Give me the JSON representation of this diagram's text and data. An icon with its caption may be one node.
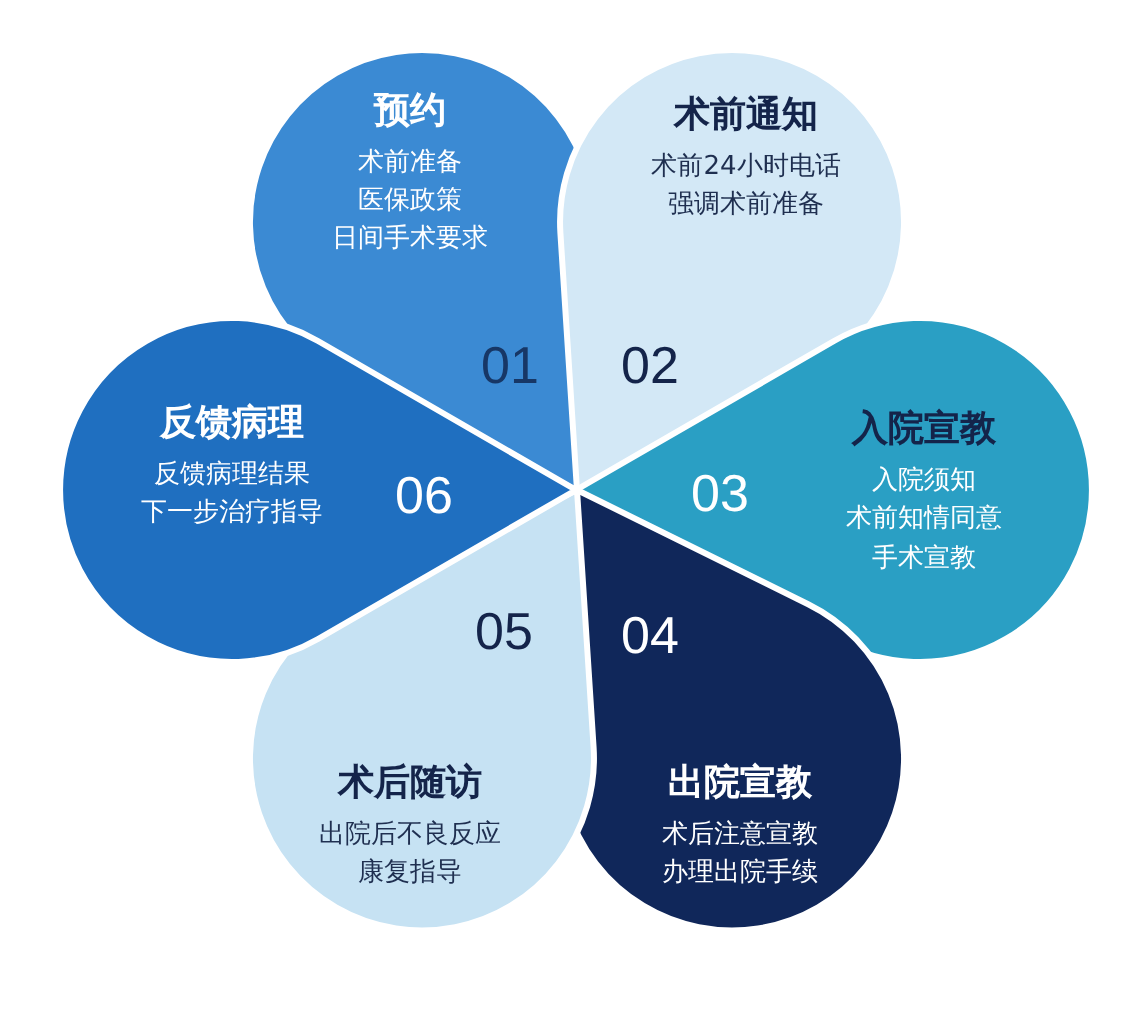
{
  "diagram": {
    "nodes": [
      {
        "text": [
          "预约",
          "术前准备",
          "医保政策",
          "日间手术要求",
          "01"
        ]
      },
      {
        "text": [
          "术前通知",
          "术前24小时电话",
          "强调术前准备",
          "02"
        ]
      },
      {
        "text": [
          "入院宣教",
          "入院须知",
          "术前知情同意",
          "手术宣教",
          "03"
        ]
      },
      {
        "text": [
          "出院宣教",
          "术后注意宣教",
          "办理出院手续",
          "04"
        ]
      },
      {
        "text": [
          "术后随访",
          "出院后不良反应",
          "康复指导",
          "05"
        ]
      },
      {
        "text": [
          "反馈病理",
          "反馈病理结果",
          "下一步治疗指导",
          "06"
        ]
      }
    ]
  }
}
